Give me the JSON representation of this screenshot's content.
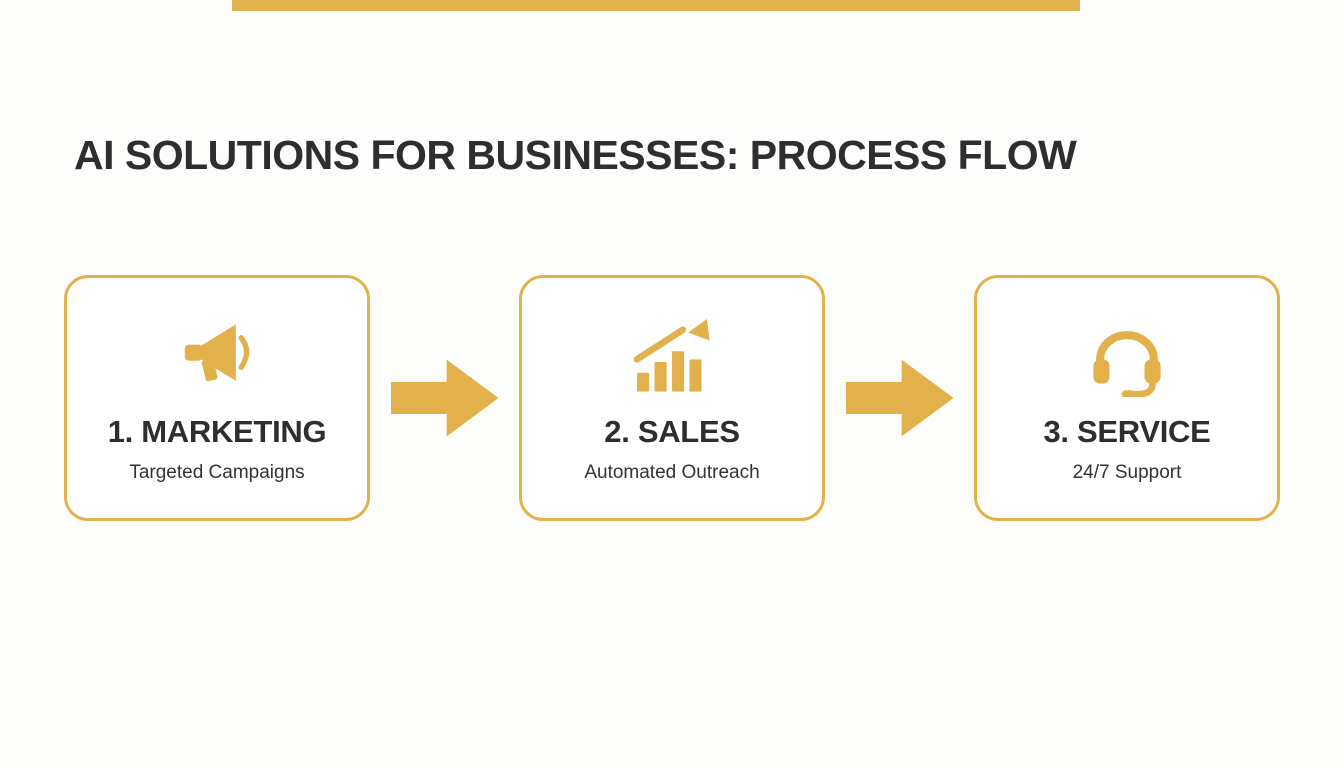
{
  "title": "AI SOLUTIONS FOR BUSINESSES: PROCESS FLOW",
  "colors": {
    "accent_gold": "#E3B14C",
    "title_text": "#2e2e2e",
    "background": "#fdfdfc"
  },
  "top_strip": {
    "present": true,
    "color": "#E3B14C"
  },
  "steps": [
    {
      "label": "1. MARKETING",
      "sublabel": "Targeted Campaigns",
      "icon": "megaphone-icon"
    },
    {
      "label": "2. SALES",
      "sublabel": "Automated Outreach",
      "icon": "growth-chart-icon"
    },
    {
      "label": "3. SERVICE",
      "sublabel": "24/7 Support",
      "icon": "headset-icon"
    }
  ]
}
